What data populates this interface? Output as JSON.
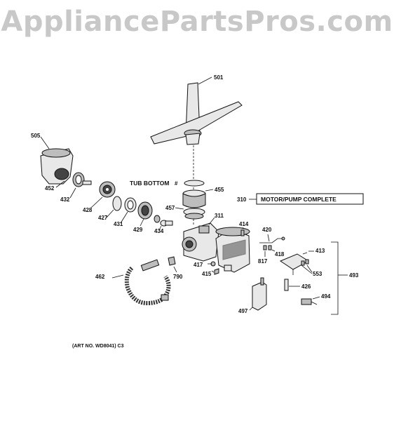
{
  "watermark": "AppliancePartsPros.com",
  "art_number": "(ART NO. WD8041) C3",
  "labels": {
    "p501": "501",
    "p505": "505",
    "tub_bottom": "TUB BOTTOM",
    "p455": "455",
    "p310": "310",
    "motor_pump": "MOTOR/PUMP COMPLETE",
    "p452": "452",
    "p432": "432",
    "p428": "428",
    "p427": "427",
    "p431": "431",
    "p429": "429",
    "p457": "457",
    "p311": "311",
    "p434": "434",
    "p414": "414",
    "p420": "420",
    "p418": "418",
    "p413": "413",
    "p817": "817",
    "p417": "417",
    "p415": "415",
    "p553": "553",
    "p493": "493",
    "p462": "462",
    "p790": "790",
    "p426": "426",
    "p494": "494",
    "p497": "497"
  }
}
